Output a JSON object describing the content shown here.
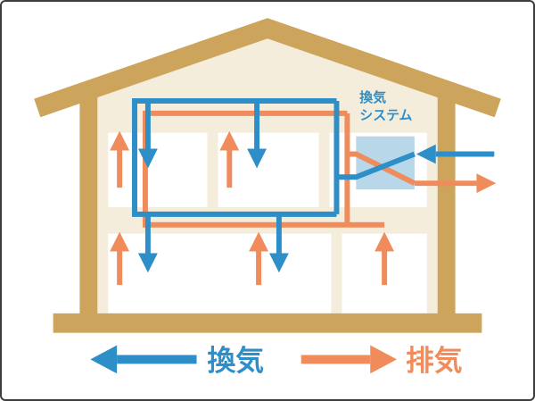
{
  "unit": {
    "label_line1": "換気",
    "label_line2": "システム"
  },
  "legend": {
    "supply": "換気",
    "exhaust": "排気"
  },
  "colors": {
    "supply": "#2e8ec7",
    "exhaust": "#f08c5c",
    "structure": "#cda45c",
    "interior": "#f5eddc",
    "room": "#ffffff",
    "unit": "#b8d8ea",
    "frame": "#3d3d3d",
    "background": "#ffffff"
  }
}
